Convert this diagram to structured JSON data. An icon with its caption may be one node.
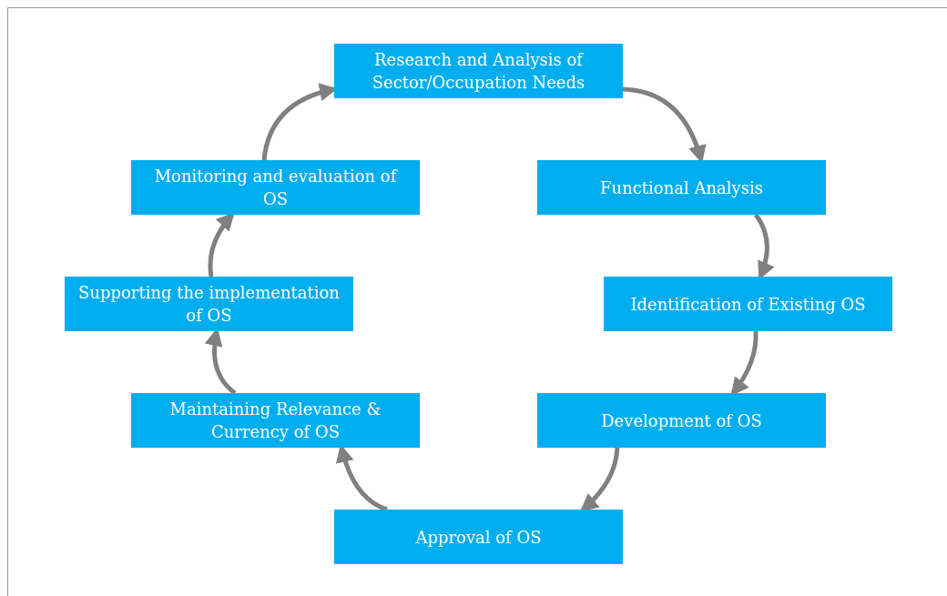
{
  "diagram": {
    "nodes": [
      {
        "text": [
          "Research and Analysis of Sector/Occupation Needs"
        ]
      },
      {
        "text": [
          "Functional Analysis"
        ]
      },
      {
        "text": [
          "Identification of Existing OS"
        ]
      },
      {
        "text": [
          "Development of OS"
        ]
      },
      {
        "text": [
          "Approval of OS"
        ]
      },
      {
        "text": [
          "Maintaining Relevance & Currency of OS"
        ]
      },
      {
        "text": [
          "Supporting the implementation of OS"
        ]
      },
      {
        "text": [
          "Monitoring and evaluation of OS"
        ]
      }
    ],
    "edges": [
      {
        "from": 0,
        "to": 1,
        "arrow": "to"
      },
      {
        "from": 1,
        "to": 2,
        "arrow": "to"
      },
      {
        "from": 2,
        "to": 3,
        "arrow": "to"
      },
      {
        "from": 3,
        "to": 4,
        "arrow": "to"
      },
      {
        "from": 4,
        "to": 5,
        "arrow": "to"
      },
      {
        "from": 5,
        "to": 6,
        "arrow": "to"
      },
      {
        "from": 6,
        "to": 7,
        "arrow": "to"
      },
      {
        "from": 7,
        "to": 0,
        "arrow": "to"
      }
    ]
  }
}
